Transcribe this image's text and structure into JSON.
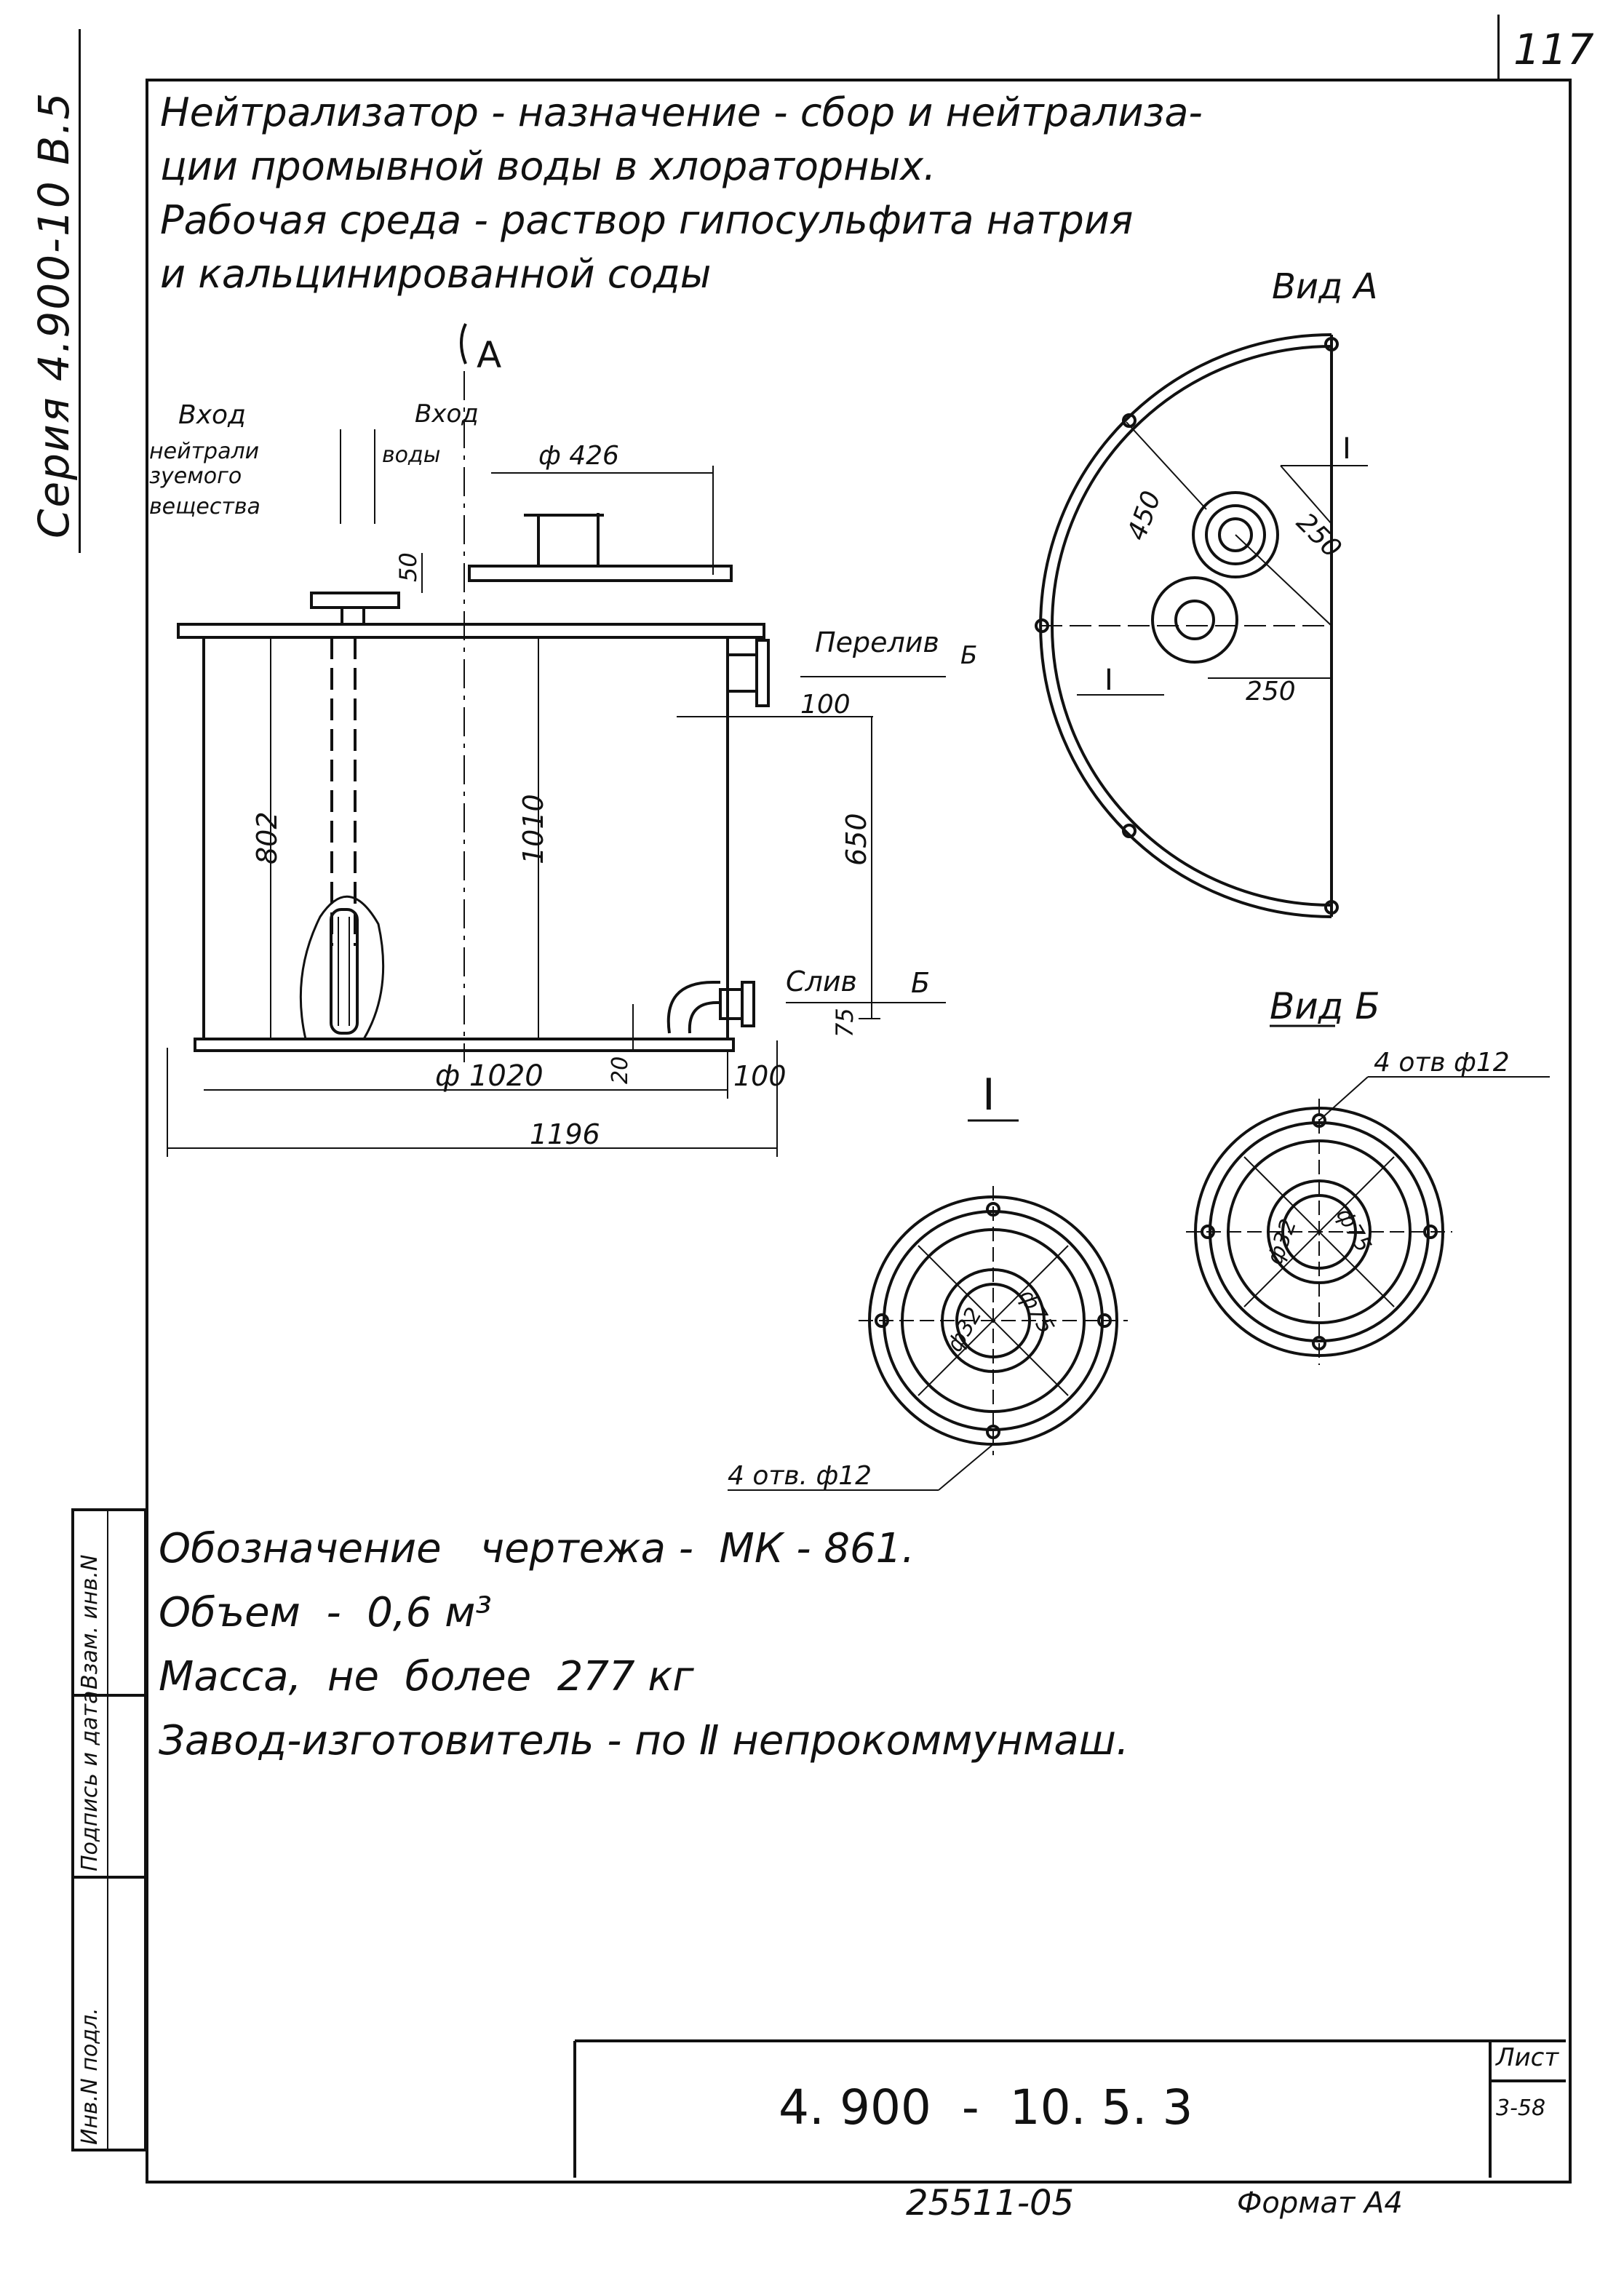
{
  "page_number": "117",
  "series_stamp": "Серия 4.900-10 В.5",
  "description_lines": [
    "Нейтрализатор - назначение - сбор и нейтрализа-",
    "ции промывной воды в хлораторных.",
    "Рабочая среда - раствор гипосульфита натрия",
    "и кальцинированной соды"
  ],
  "view_labels": {
    "arrow_a": "A",
    "view_a": "Вид А",
    "view_b": "Вид Б",
    "section_i": "I"
  },
  "side_view": {
    "inlet_neutralized": [
      "Вход",
      "нейтрали",
      "зуемого",
      "вещества"
    ],
    "inlet_water": [
      "Вход",
      "воды"
    ],
    "d426": "ф 426",
    "dim_50": "50",
    "overflow": "Перелив",
    "overflow_mark": "Б",
    "dim_100_top": "100",
    "dim_802": "802",
    "dim_1010": "1010",
    "dim_650": "650",
    "drain": "Слив",
    "drain_mark": "Б",
    "dim_75": "75",
    "dim_20": "20",
    "d1020": "ф 1020",
    "dim_100_bottom": "100",
    "dim_1196": "1196"
  },
  "top_view": {
    "dim_450": "450",
    "dim_250_a": "250",
    "dim_250_b": "250",
    "mark_i_1": "I",
    "mark_i_2": "I"
  },
  "flange_i": {
    "d32": "ф32",
    "d75": "ф75",
    "holes": "4 отв. ф12"
  },
  "flange_b": {
    "d32": "ф32",
    "d75": "ф75",
    "holes": "4 отв ф12"
  },
  "specs": [
    "Обозначение   чертежа -  МК - 861.",
    "Объем  -  0,6 м³",
    "Масса,  не  более  277 кг",
    "Завод-изготовитель - по Ⅱ непрокоммунмаш."
  ],
  "side_stamp": {
    "inv_orig": "Инв.N подл.",
    "sign_date": "Подпись и дата",
    "vzam": "Взам. инв.N"
  },
  "title_block": {
    "designation": "4. 900  -  10. 5. 3",
    "sheet_label": "Лист",
    "sheet_value": "3-58"
  },
  "footer": {
    "archive_number": "25511-05",
    "format": "Формат А4"
  }
}
